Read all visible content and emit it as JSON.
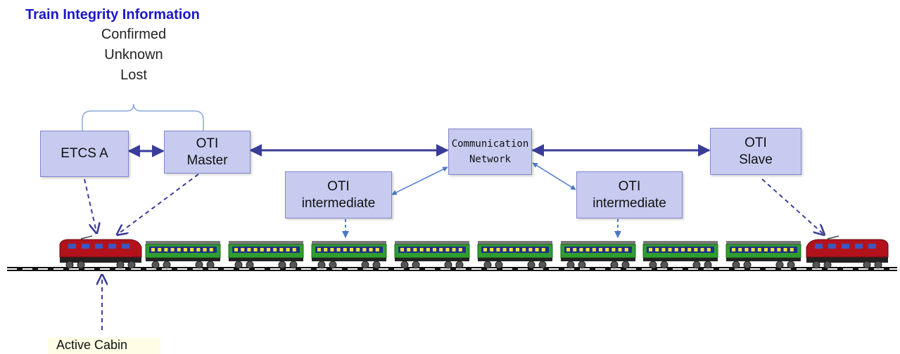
{
  "title": "Train Integrity Information",
  "statuses": [
    "Confirmed",
    "Unknown",
    "Lost"
  ],
  "nodes": {
    "etcs_a": "ETCS A",
    "oti_master": [
      "OTI",
      "Master"
    ],
    "comm_network": [
      "Communication",
      "Network"
    ],
    "oti_slave": [
      "OTI",
      "Slave"
    ],
    "oti_intermediate_left": [
      "OTI",
      "intermediate"
    ],
    "oti_intermediate_right": [
      "OTI",
      "intermediate"
    ]
  },
  "active_cabin_label": "Active Cabin",
  "colors": {
    "title": "#1c16c8",
    "box_fill": "#c7cbf0",
    "arrow": "#3a3c9a",
    "locomotive": "#b3121c",
    "wagon": "#2f9e2f",
    "wagon_window": "#f2e33a"
  }
}
